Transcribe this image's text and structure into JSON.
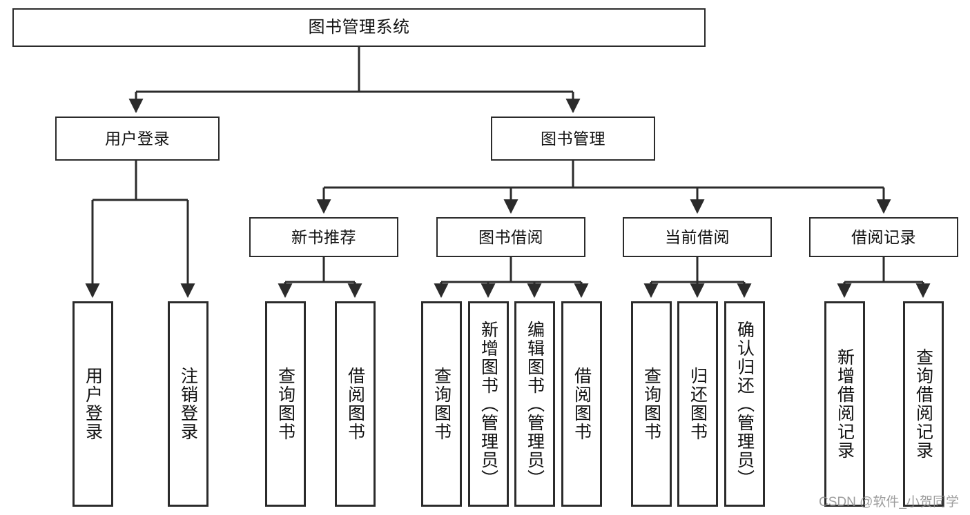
{
  "diagram": {
    "type": "tree-hierarchy",
    "title": "图书管理系统",
    "root": {
      "id": "root",
      "label": "图书管理系统"
    },
    "level2": [
      {
        "id": "user-login",
        "label": "用户登录"
      },
      {
        "id": "book-manage",
        "label": "图书管理"
      }
    ],
    "level3": [
      {
        "id": "new-book-rec",
        "label": "新书推荐"
      },
      {
        "id": "book-borrow",
        "label": "图书借阅"
      },
      {
        "id": "current-borrow",
        "label": "当前借阅"
      },
      {
        "id": "borrow-record",
        "label": "借阅记录"
      }
    ],
    "leaves": {
      "user_login": [
        {
          "id": "leaf-user-login",
          "label": "用户登录"
        },
        {
          "id": "leaf-logout-login",
          "label": "注销登录"
        }
      ],
      "new_book_rec": [
        {
          "id": "leaf-query-book-1",
          "label": "查询图书"
        },
        {
          "id": "leaf-borrow-book-1",
          "label": "借阅图书"
        }
      ],
      "book_borrow": [
        {
          "id": "leaf-query-book-2",
          "label": "查询图书"
        },
        {
          "id": "leaf-add-book",
          "label": "新增图书（管理员）"
        },
        {
          "id": "leaf-edit-book",
          "label": "编辑图书（管理员）"
        },
        {
          "id": "leaf-borrow-book-2",
          "label": "借阅图书"
        }
      ],
      "current_borrow": [
        {
          "id": "leaf-query-book-3",
          "label": "查询图书"
        },
        {
          "id": "leaf-return-book",
          "label": "归还图书"
        },
        {
          "id": "leaf-confirm-return",
          "label": "确认归还（管理员）"
        }
      ],
      "borrow_record": [
        {
          "id": "leaf-add-record",
          "label": "新增借阅记录"
        },
        {
          "id": "leaf-query-record",
          "label": "查询借阅记录"
        }
      ]
    }
  },
  "watermark": {
    "text": "CSDN @软件_小贺同学"
  },
  "colors": {
    "stroke": "#2b2b2b",
    "box_fill": "#ffffff",
    "text": "#111111",
    "watermark": "#8d8d8d",
    "background": "#ffffff"
  }
}
